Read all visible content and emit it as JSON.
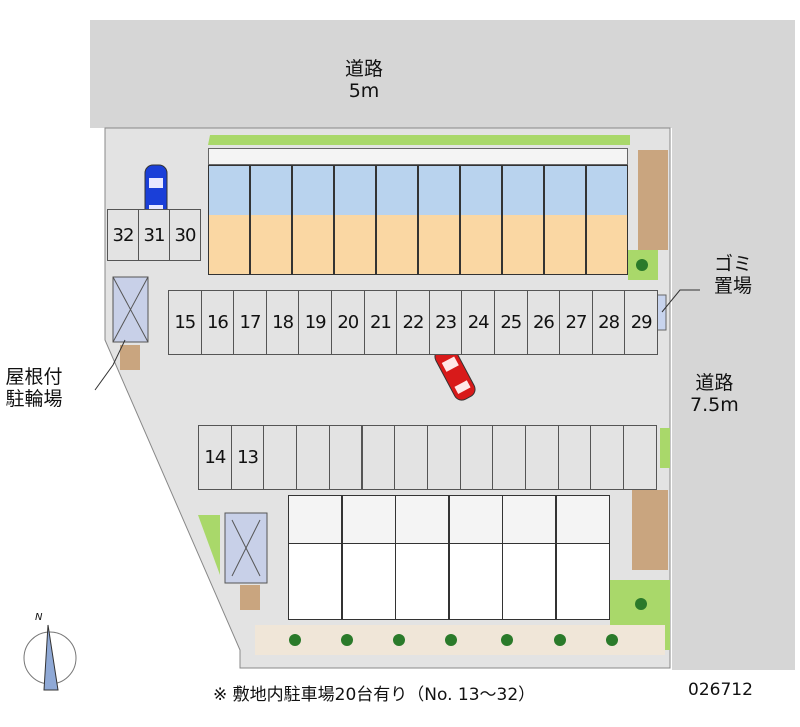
{
  "roads": {
    "north": {
      "name": "道路",
      "width": "5m"
    },
    "east": {
      "name": "道路",
      "width": "7.5m"
    }
  },
  "facilities": {
    "garbage": "ゴミ置場",
    "bicycle": "屋根付駐輪場"
  },
  "parking": {
    "row_top": [
      "15",
      "16",
      "17",
      "18",
      "19",
      "20",
      "21",
      "22",
      "23",
      "24",
      "25",
      "26",
      "27",
      "28",
      "29"
    ],
    "row_bottom": [
      "14",
      "13",
      "",
      "",
      "",
      "",
      "",
      "",
      "",
      "",
      "",
      "",
      "",
      ""
    ],
    "row_corner": [
      "32",
      "31",
      "30"
    ]
  },
  "compass": {
    "north_label": "N"
  },
  "footer": {
    "note": "※ 敷地内駐車場20台有り（No. 13～32）",
    "code": "026712"
  },
  "colors": {
    "road": "#d6d6d6",
    "lot": "#e3e3e3",
    "green": "#a9d86a",
    "room": "#fad7a3",
    "wet": "#b9d3ee",
    "car_blue": "#1a3fd8",
    "car_red": "#d81a1a"
  }
}
